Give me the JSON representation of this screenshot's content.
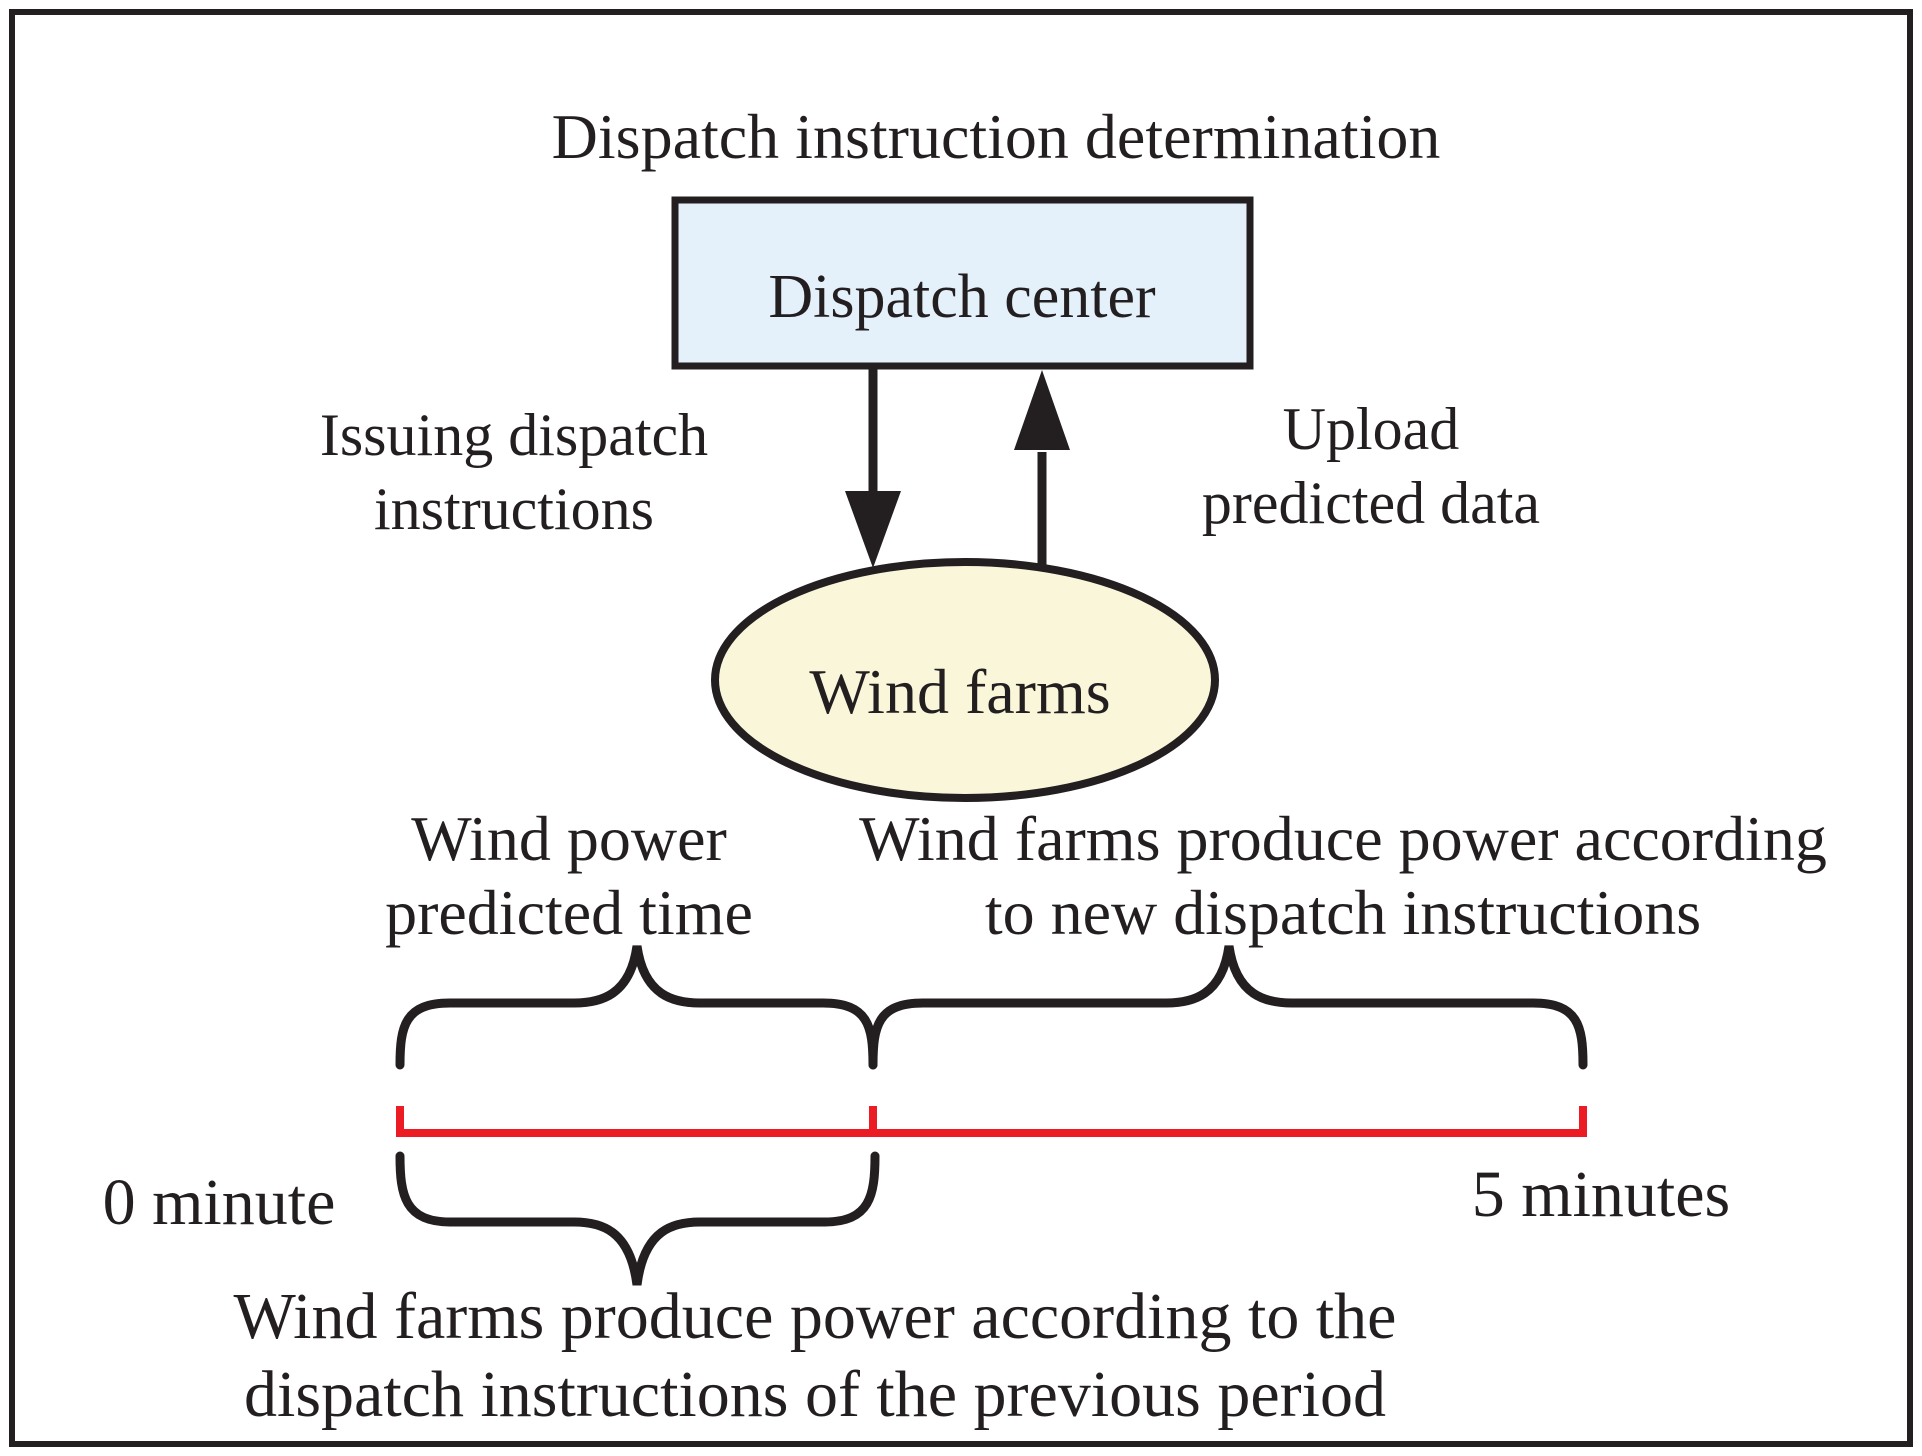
{
  "figure": {
    "title": "Dispatch instruction determination",
    "dispatch_center_label": "Dispatch center",
    "wind_farms_label": "Wind farms",
    "issuing_label": {
      "line1": "Issuing dispatch",
      "line2": "instructions"
    },
    "upload_label": {
      "line1": "Upload",
      "line2": "predicted data"
    },
    "predicted_time_label": {
      "line1": "Wind power",
      "line2": "predicted time"
    },
    "new_instructions_label": {
      "line1": "Wind farms produce power according",
      "line2": "to new dispatch instructions"
    },
    "previous_period_label": {
      "line1": "Wind farms produce power according to the",
      "line2": "dispatch instructions of the previous period"
    },
    "timeline": {
      "start_label": "0 minute",
      "end_label": "5 minutes"
    }
  },
  "colors": {
    "ink": "#231F20",
    "timeline-red": "#EC1C24",
    "box-fill": "#E4F1FB",
    "ellipse-fill": "#FAF6DA"
  }
}
